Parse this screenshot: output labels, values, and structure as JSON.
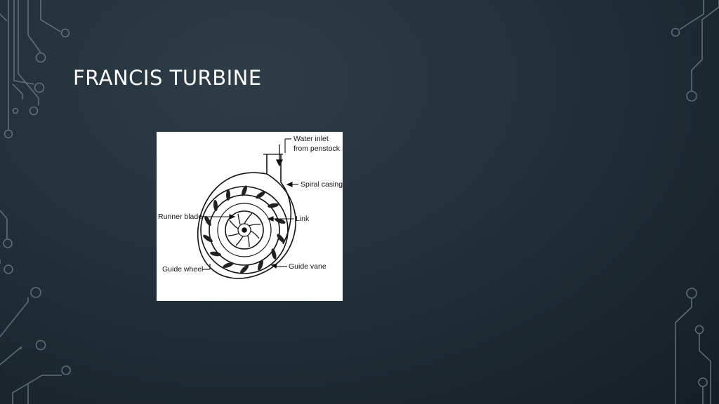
{
  "slide": {
    "title": "FRANCIS TURBINE"
  },
  "diagram": {
    "labels": {
      "water_inlet_line1": "Water inlet",
      "water_inlet_line2": "from penstock",
      "spiral_casing": "Spiral casing",
      "runner_blade": "Runner blade",
      "link": "Link",
      "guide_wheel": "Guide wheel",
      "guide_vane": "Guide vane"
    }
  },
  "colors": {
    "background": "#22303a",
    "circuit_lines": "#6d7f8a",
    "title_text": "#ffffff"
  }
}
